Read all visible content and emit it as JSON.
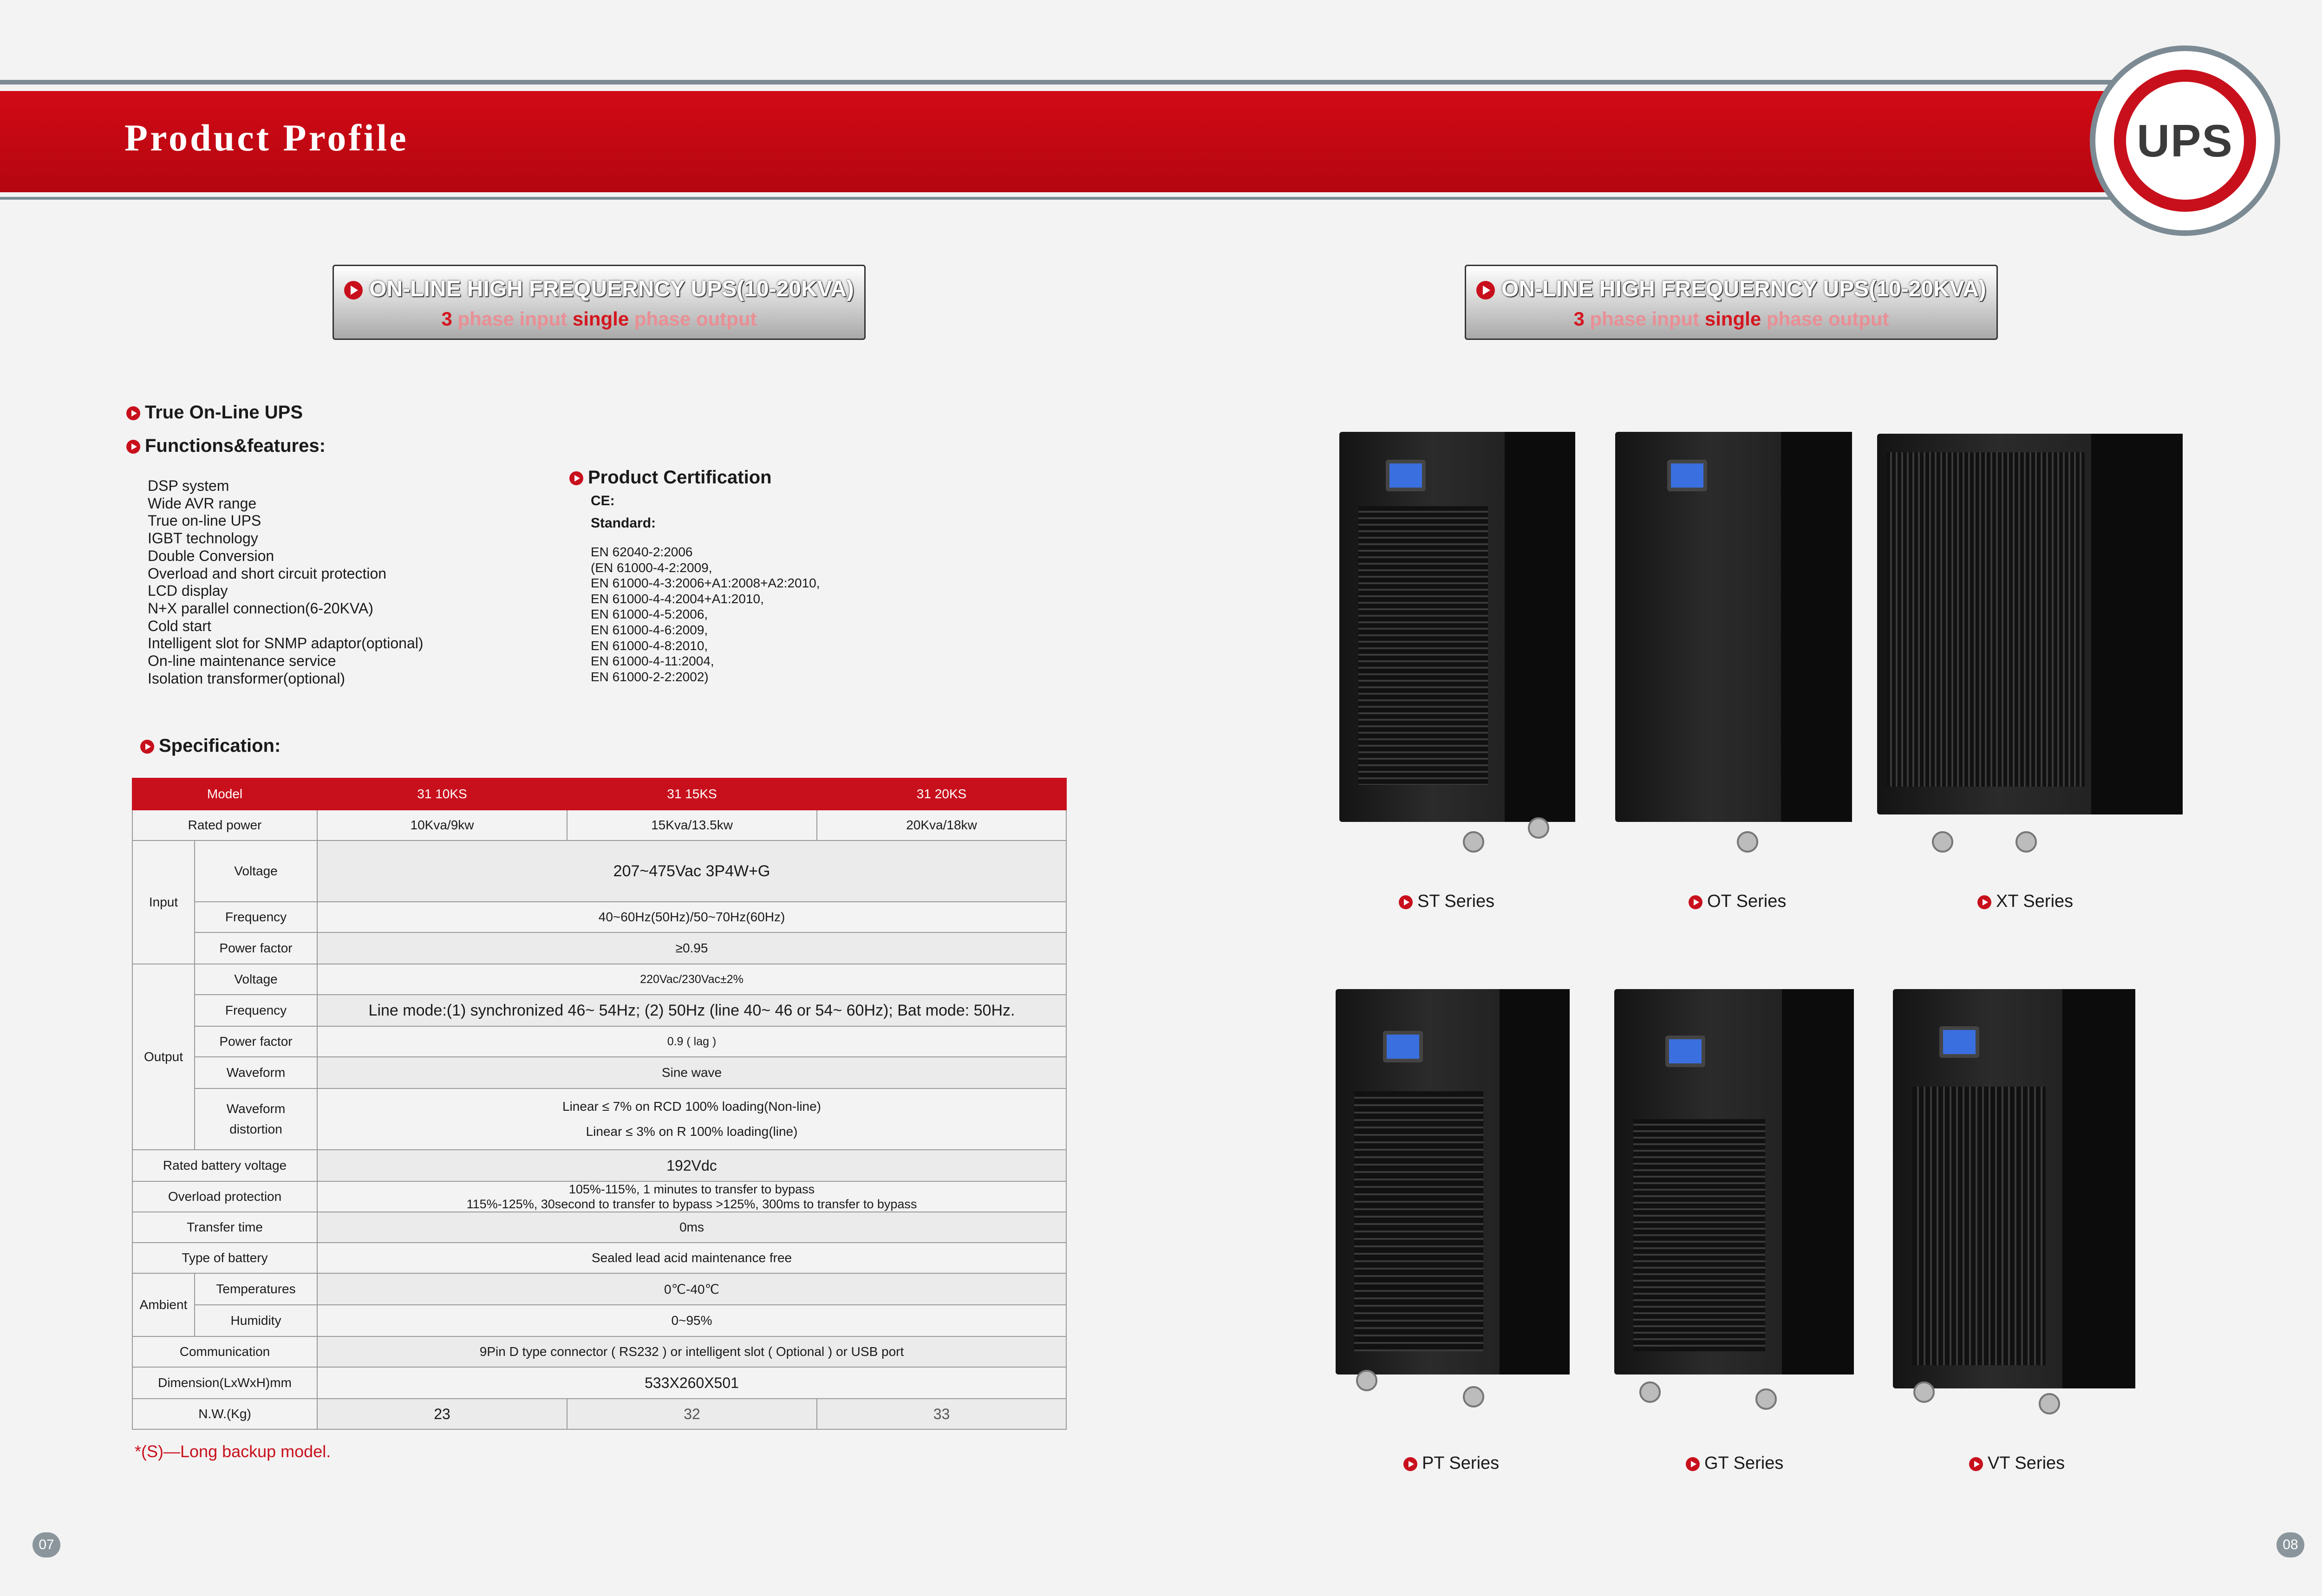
{
  "header": {
    "title": "Product Profile",
    "logo_text": "UPS"
  },
  "colors": {
    "brand_red": "#c8101c",
    "banner_line": "#7c8a94"
  },
  "product_heading": {
    "line1": "ON-LINE HIGH FREQUERNCY UPS(10-20KVA)",
    "line2_parts": [
      "3",
      "phase input",
      "single",
      "phase output"
    ]
  },
  "left": {
    "true_online": "True On-Line UPS",
    "functions_title": "Functions&features:",
    "features": [
      "DSP system",
      "Wide AVR range",
      "True on-line UPS",
      "IGBT technology",
      "Double Conversion",
      "Overload and short circuit protection",
      "LCD display",
      "N+X parallel connection(6-20KVA)",
      "Cold start",
      "Intelligent slot for SNMP adaptor(optional)",
      "On-line maintenance service",
      "Isolation transformer(optional)"
    ],
    "certification": {
      "title": "Product Certification",
      "ce": "CE:",
      "standard": "Standard:",
      "items": [
        "EN 62040-2:2006",
        "(EN 61000-4-2:2009,",
        "EN 61000-4-3:2006+A1:2008+A2:2010,",
        "EN 61000-4-4:2004+A1:2010,",
        "EN 61000-4-5:2006,",
        "EN 61000-4-6:2009,",
        "EN 61000-4-8:2010,",
        "EN 61000-4-11:2004,",
        "EN 61000-2-2:2002)"
      ]
    },
    "specification_title": "Specification:",
    "table": {
      "model_label": "Model",
      "models": [
        "31 10KS",
        "31 15KS",
        "31 20KS"
      ],
      "rated_power_label": "Rated power",
      "rated_power": [
        "10Kva/9kw",
        "15Kva/13.5kw",
        "20Kva/18kw"
      ],
      "input_label": "Input",
      "input_voltage_label": "Voltage",
      "input_voltage": "207~475Vac 3P4W+G",
      "input_frequency_label": "Frequency",
      "input_frequency": "40~60Hz(50Hz)/50~70Hz(60Hz)",
      "input_pf_label": "Power factor",
      "input_pf": "≥0.95",
      "output_label": "Output",
      "output_voltage_label": "Voltage",
      "output_voltage": "220Vac/230Vac±2%",
      "output_frequency_label": "Frequency",
      "output_frequency": "Line mode:(1) synchronized  46~ 54Hz; (2) 50Hz (line  40~ 46 or 54~ 60Hz);  Bat mode: 50Hz.",
      "output_pf_label": "Power factor",
      "output_pf": "0.9 ( lag )",
      "waveform_label": "Waveform",
      "waveform": "Sine wave",
      "distortion_label_1": "Waveform",
      "distortion_label_2": "distortion",
      "distortion_1": "Linear ≤ 7% on RCD 100% loading(Non-line)",
      "distortion_2": "Linear ≤ 3% on R 100% loading(line)",
      "battery_label": "Rated battery voltage",
      "battery": "192Vdc",
      "overload_label": "Overload protection",
      "overload_1": "105%-115%, 1 minutes to transfer to bypass",
      "overload_2": "115%-125%, 30second to transfer to bypass  >125%, 300ms  to transfer to bypass",
      "transfer_label": "Transfer time",
      "transfer": "0ms",
      "battery_type_label": "Type of battery",
      "battery_type": "Sealed lead acid maintenance  free",
      "ambient_label": "Ambient",
      "temperatures_label": "Temperatures",
      "temperatures": "0℃-40℃",
      "humidity_label": "Humidity",
      "humidity": "0~95%",
      "communication_label": "Communication",
      "communication": "9Pin D type connector ( RS232 ) or intelligent slot ( Optional ) or USB port",
      "dimension_label": "Dimension(LxWxH)mm",
      "dimension": "533X260X501",
      "nw_label": "N.W.(Kg)",
      "nw": [
        "23",
        "32",
        "33"
      ]
    },
    "footnote": "*(S)—Long backup model.",
    "page_number": "07"
  },
  "right": {
    "series": [
      "ST Series",
      "OT Series",
      "XT Series",
      "PT Series",
      "GT Series",
      "VT Series"
    ],
    "page_number": "08"
  }
}
